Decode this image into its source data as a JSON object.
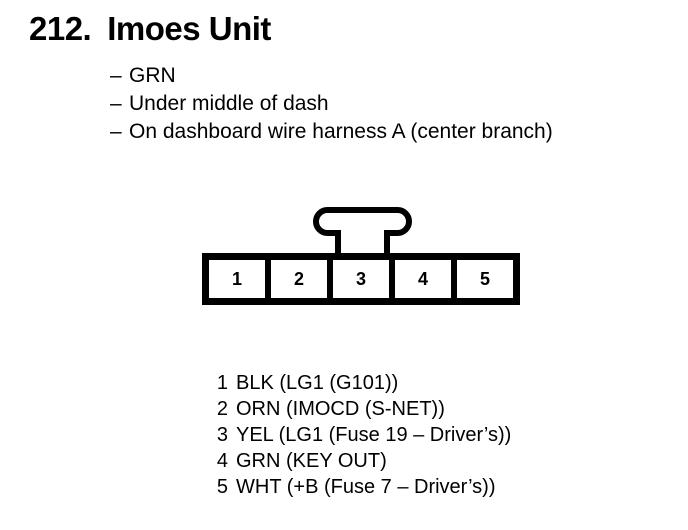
{
  "heading": {
    "number": "212.",
    "title": "Imoes Unit"
  },
  "notes": {
    "dash": "–",
    "items": [
      "GRN",
      "Under middle of dash",
      "On dashboard wire harness A (center branch)"
    ]
  },
  "connector": {
    "tab_icon": "locking-tab-icon",
    "cavities": [
      "1",
      "2",
      "3",
      "4",
      "5"
    ],
    "tab_over_cavity": "3"
  },
  "legend": {
    "rows": [
      {
        "pin": "1",
        "text": "BLK (LG1 (G101))"
      },
      {
        "pin": "2",
        "text": "ORN (IMOCD (S-NET))"
      },
      {
        "pin": "3",
        "text": "YEL (LG1 (Fuse 19 – Driver’s))"
      },
      {
        "pin": "4",
        "text": "GRN (KEY OUT)"
      },
      {
        "pin": "5",
        "text": "WHT (+B (Fuse 7 – Driver’s))"
      }
    ]
  },
  "colors": {
    "ink": "#000000",
    "paper": "#ffffff"
  }
}
